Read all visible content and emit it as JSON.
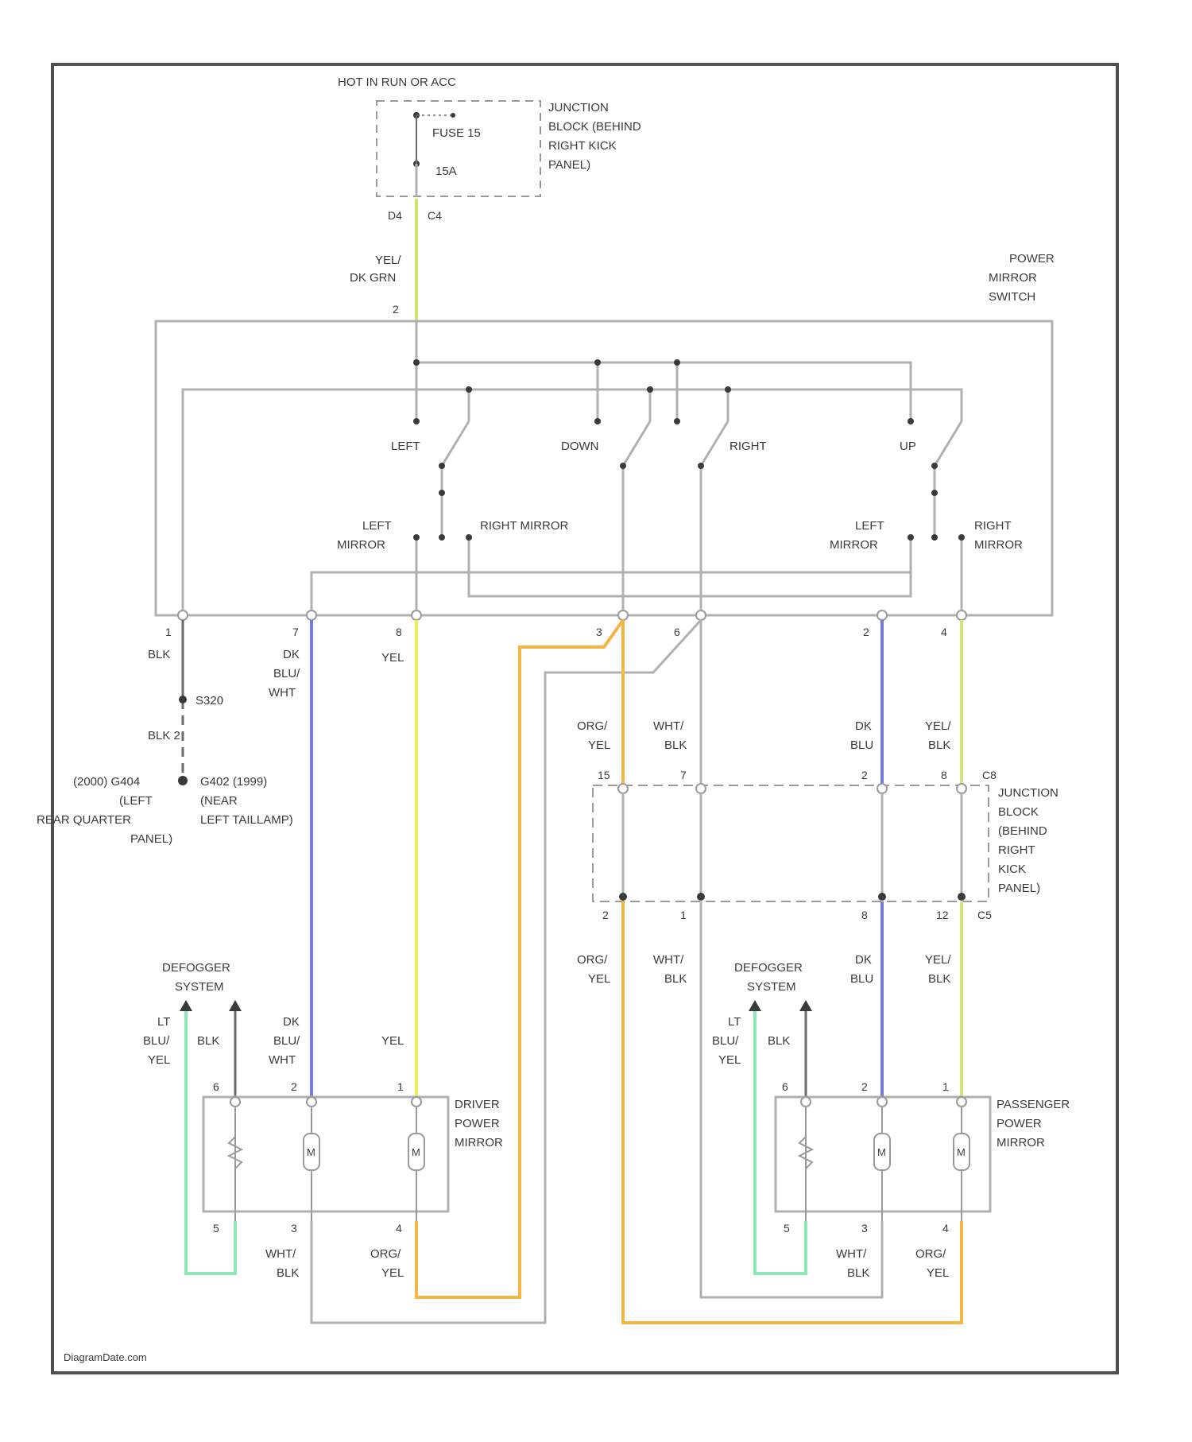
{
  "source": {
    "hot": "HOT IN RUN OR ACC"
  },
  "junction_top": {
    "label": [
      "JUNCTION",
      "BLOCK (BEHIND",
      "RIGHT KICK",
      "PANEL)"
    ],
    "fuse": "FUSE 15",
    "fuse_amp": "15A",
    "pin_left": "D4",
    "pin_right": "C4"
  },
  "feed_wire": {
    "color": [
      "YEL/",
      "DK GRN"
    ],
    "pin": "2"
  },
  "switch": {
    "label": [
      "POWER",
      "MIRROR",
      "SWITCH"
    ],
    "positions": {
      "left": "LEFT",
      "down": "DOWN",
      "right": "RIGHT",
      "up": "UP"
    },
    "left_mirror": [
      "LEFT",
      "MIRROR"
    ],
    "right_mirror": "RIGHT MIRROR",
    "left_mirror_2": [
      "LEFT",
      "MIRROR"
    ],
    "right_mirror_2": [
      "RIGHT",
      "MIRROR"
    ],
    "pins": [
      "1",
      "7",
      "8",
      "3",
      "6",
      "2",
      "4"
    ]
  },
  "ground": {
    "wire1": "BLK",
    "splice": "S320",
    "wire2": "BLK 2",
    "left": [
      "(2000) G404",
      "(LEFT",
      "REAR QUARTER",
      "PANEL)"
    ],
    "right": [
      "G402 (1999)",
      "(NEAR",
      "LEFT TAILLAMP)"
    ]
  },
  "wires_upper": {
    "dk_blu_wht": [
      "DK",
      "BLU/",
      "WHT"
    ],
    "yel": "YEL",
    "org_yel": [
      "ORG/",
      "YEL"
    ],
    "wht_blk": [
      "WHT/",
      "BLK"
    ],
    "dk_blu": [
      "DK",
      "BLU"
    ],
    "yel_blk": [
      "YEL/",
      "BLK"
    ]
  },
  "junction_mid": {
    "label": [
      "JUNCTION",
      "BLOCK",
      "(BEHIND",
      "RIGHT",
      "KICK",
      "PANEL)"
    ],
    "top_pins": [
      "15",
      "7",
      "2",
      "8"
    ],
    "top_conn": "C8",
    "bottom_pins": [
      "2",
      "1",
      "8",
      "12"
    ],
    "bottom_conn": "C5"
  },
  "defogger": [
    "DEFOGGER",
    "SYSTEM"
  ],
  "driver_mirror": {
    "label": [
      "DRIVER",
      "POWER",
      "MIRROR"
    ],
    "in_wires": {
      "lt_blu_yel": [
        "LT",
        "BLU/",
        "YEL"
      ],
      "blk": "BLK",
      "dk_blu_wht": [
        "DK",
        "BLU/",
        "WHT"
      ],
      "yel": "YEL"
    },
    "top_pins": [
      "6",
      "2",
      "1"
    ],
    "bottom_pins": [
      "5",
      "3",
      "4"
    ],
    "out_wires": {
      "wht_blk": [
        "WHT/",
        "BLK"
      ],
      "org_yel": [
        "ORG/",
        "YEL"
      ]
    },
    "motor": "M"
  },
  "passenger_mirror": {
    "label": [
      "PASSENGER",
      "POWER",
      "MIRROR"
    ],
    "in_wires": {
      "lt_blu_yel": [
        "LT",
        "BLU/",
        "YEL"
      ],
      "blk": "BLK",
      "dk_blu": [
        "DK",
        "BLU"
      ],
      "yel_blk": [
        "YEL/",
        "BLK"
      ]
    },
    "top_pins": [
      "6",
      "2",
      "1"
    ],
    "bottom_pins": [
      "5",
      "3",
      "4"
    ],
    "out_wires": {
      "wht_blk": [
        "WHT/",
        "BLK"
      ],
      "org_yel": [
        "ORG/",
        "YEL"
      ]
    },
    "motor": "M"
  },
  "lower_wires": {
    "org_yel": [
      "ORG/",
      "YEL"
    ],
    "wht_blk": [
      "WHT/",
      "BLK"
    ],
    "dk_blu": [
      "DK",
      "BLU"
    ],
    "yel_blk": [
      "YEL/",
      "BLK"
    ]
  },
  "watermark": "DiagramDate.com",
  "colors": {
    "frame": "#505050",
    "wire_gray": "#b0b0b0",
    "yellow": "#ecec55",
    "yellow_green": "#d6e37a",
    "blue": "#6f7fd6",
    "orange": "#f5b443",
    "mint": "#8ee8b8",
    "dark": "#6a6a6a"
  }
}
